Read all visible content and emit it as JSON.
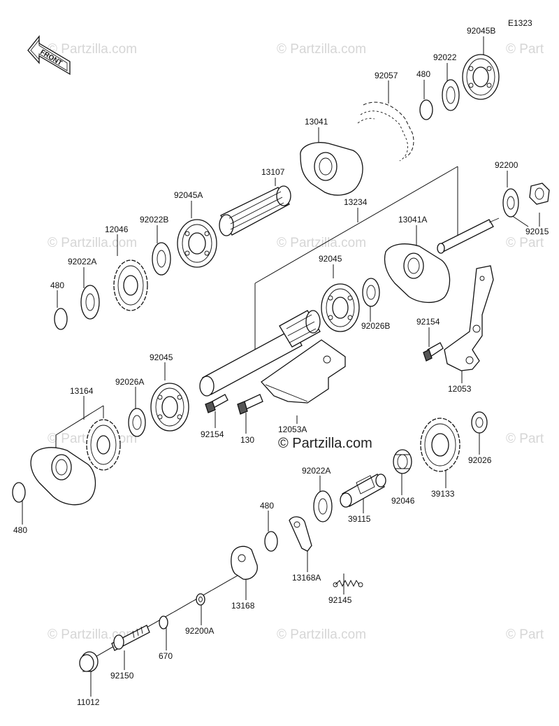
{
  "diagram_code": "E1323",
  "front_arrow_label": "FRONT",
  "watermark_text": "© Partzilla.com",
  "watermark_partial_text": "© Part",
  "center_watermark_text": "© Partzilla.com",
  "parts": {
    "p92045B": "92045B",
    "p92022_top": "92022",
    "p480_top": "480",
    "p92057": "92057",
    "p13041": "13041",
    "p13107": "13107",
    "p92045A": "92045A",
    "p92022B": "92022B",
    "p12046": "12046",
    "p92022A_left": "92022A",
    "p480_left": "480",
    "p13234": "13234",
    "p13041A": "13041A",
    "p92200": "92200",
    "p92015": "92015",
    "p92045_mid": "92045",
    "p92026B": "92026B",
    "p92154_right": "92154",
    "p12053": "12053",
    "p92045_low": "92045",
    "p92026A": "92026A",
    "p13164": "13164",
    "p92154_low": "92154",
    "p130": "130",
    "p12053A": "12053A",
    "p480_bottom": "480",
    "p92022A_low": "92022A",
    "p92046": "92046",
    "p39133": "39133",
    "p92026": "92026",
    "p39115": "39115",
    "p480_low": "480",
    "p13168A": "13168A",
    "p92145": "92145",
    "p13168": "13168",
    "p92200A": "92200A",
    "p670": "670",
    "p92150": "92150",
    "p11012": "11012"
  }
}
